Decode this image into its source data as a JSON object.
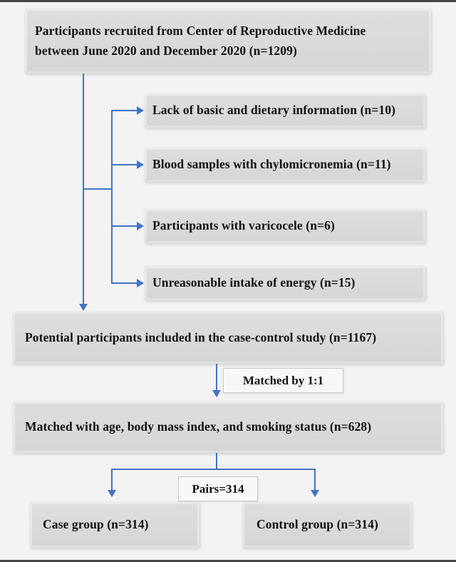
{
  "diagram": {
    "type": "participant-flow-diagram",
    "nodes": {
      "recruited": "Participants recruited from Center of Reproductive Medicine between June 2020 and December 2020 (n=1209)",
      "exclusions": [
        "Lack of basic and dietary information (n=10)",
        "Blood samples with chylomicronemia (n=11)",
        "Participants with varicocele (n=6)",
        "Unreasonable intake of energy (n=15)"
      ],
      "potential": "Potential participants included in the case-control study (n=1167)",
      "matched": "Matched with age, body mass index, and smoking status (n=628)",
      "case_group": "Case group (n=314)",
      "control_group": "Control group (n=314)"
    },
    "edge_labels": {
      "matched_by": "Matched by 1:1",
      "pairs": "Pairs=314"
    },
    "colors": {
      "arrow_blue": "#4472c4",
      "node_fill": "#d9d9d9",
      "page_background": "#f3f3f3",
      "frame_rule": "#454545",
      "label_fill": "#f8f8f8",
      "text": "#111111"
    }
  }
}
